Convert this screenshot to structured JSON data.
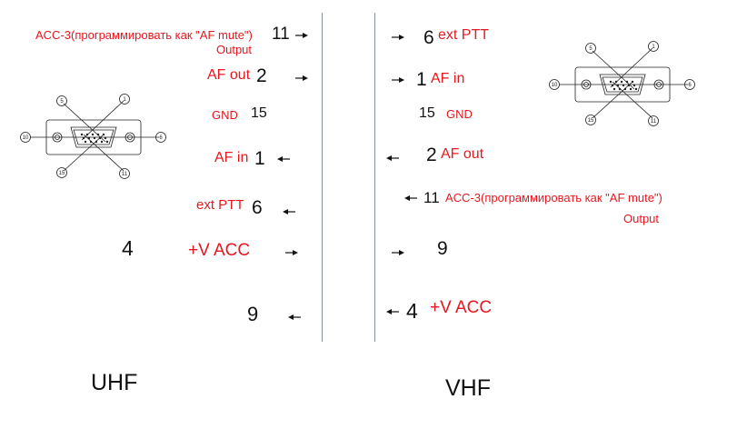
{
  "uhf": {
    "label": "UHF",
    "acc3_desc": "ACC-3(программировать как \"AF mute\")",
    "acc3_output": "Output",
    "acc3_pin": "11",
    "af_out_label": "AF out",
    "af_out_pin": "2",
    "gnd_label": "GND",
    "gnd_pin": "15",
    "af_in_label": "AF in",
    "af_in_pin": "1",
    "ext_ptt_label": "ext PTT",
    "ext_ptt_pin": "6",
    "vacc_pin": "4",
    "vacc_label": "+V ACC",
    "pin9": "9"
  },
  "vhf": {
    "label": "VHF",
    "ext_ptt_pin": "6",
    "ext_ptt_label": "ext PTT",
    "af_in_pin": "1",
    "af_in_label": "AF in",
    "gnd_pin": "15",
    "gnd_label": "GND",
    "af_out_pin": "2",
    "af_out_label": "AF out",
    "acc3_pin": "11",
    "acc3_desc": "ACC-3(программировать как \"AF mute\")",
    "acc3_output": "Output",
    "pin9": "9",
    "vacc_pin": "4",
    "vacc_label": "+V ACC"
  },
  "connector": {
    "pins": {
      "p5": "5",
      "p1": "1",
      "p10": "10",
      "p6": "6",
      "p15": "15",
      "p11": "11"
    }
  },
  "colors": {
    "signal": "#e8171f",
    "pin": "#111111",
    "divider": "#8a8fa0"
  }
}
